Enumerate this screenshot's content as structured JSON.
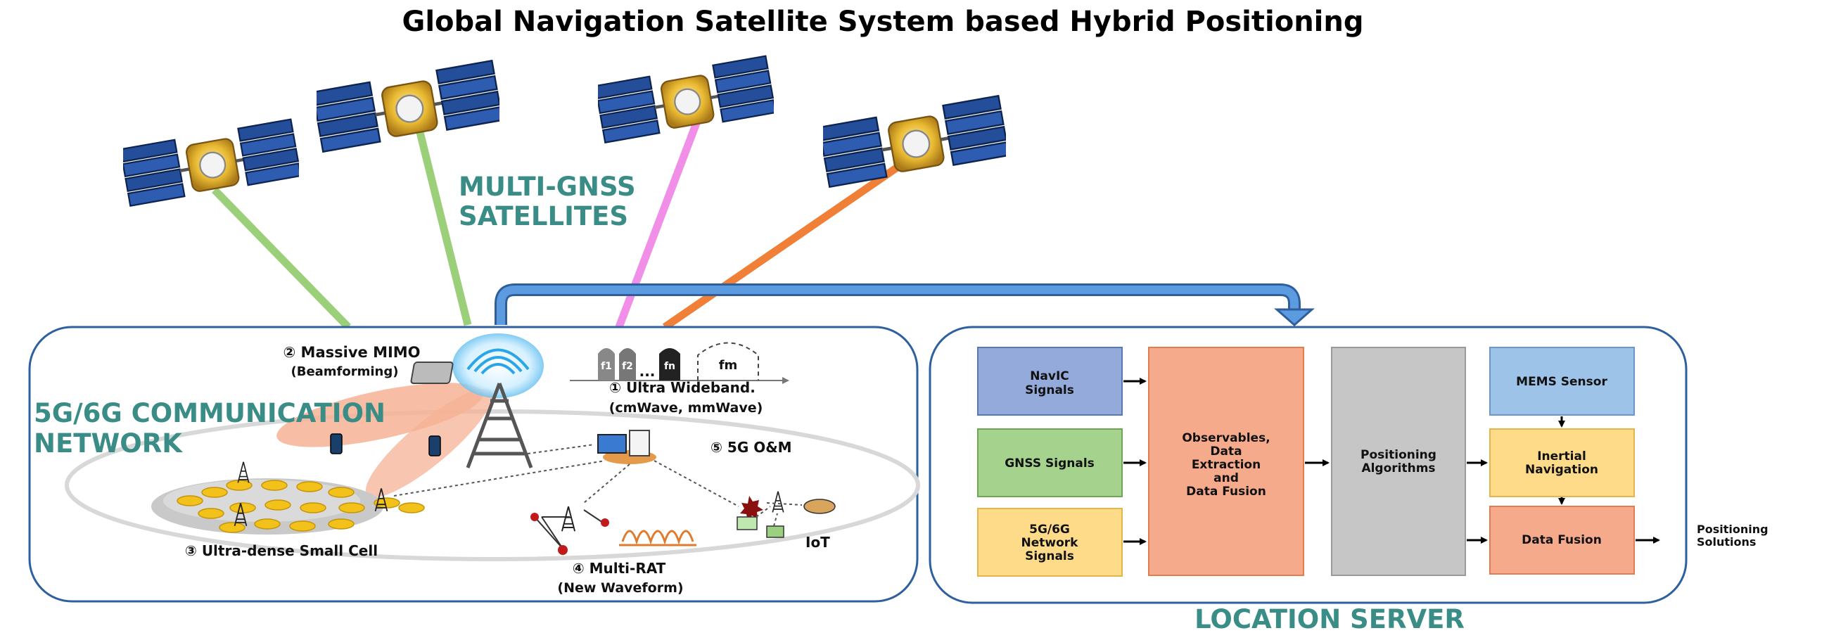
{
  "title": "Global Navigation Satellite System based Hybrid Positioning",
  "satellites_label": [
    "MULTI-GNSS",
    "SATELLITES"
  ],
  "network": {
    "label": [
      "5G/6G COMMUNICATION",
      "NETWORK"
    ],
    "massive_mimo": "② Massive MIMO",
    "beamforming": "(Beamforming)",
    "ultra_wideband": "① Ultra Wideband.",
    "wave_bands": "(cmWave, mmWave)",
    "freq_tags": [
      "f1",
      "f2",
      "fn",
      "fm"
    ],
    "dots": "...",
    "om": "⑤ 5G O&M",
    "small_cell": "③ Ultra-dense Small Cell",
    "multi_rat": "④ Multi-RAT",
    "new_waveform": "(New Waveform)",
    "iot": "IoT"
  },
  "location_server": {
    "label": "LOCATION SERVER",
    "navic": [
      "NavIC",
      "Signals"
    ],
    "gnss": "GNSS Signals",
    "network_signals": [
      "5G/6G",
      "Network",
      "Signals"
    ],
    "fusion_center": [
      "Observables,",
      "Data",
      "Extraction",
      "and",
      "Data Fusion"
    ],
    "positioning": [
      "Positioning",
      "Algorithms"
    ],
    "mems": "MEMS Sensor",
    "inertial": [
      "Inertial",
      "Navigation"
    ],
    "data_fusion": "Data Fusion",
    "output": [
      "Positioning",
      "Solutions"
    ]
  },
  "colors": {
    "green_beam": "#9bcf7a",
    "pink_beam": "#f08ee8",
    "orange_beam": "#f07f38",
    "teal_text": "#3a8d86",
    "link_arrow": "#3f80c8",
    "panel_border": "#2e5f9e"
  }
}
